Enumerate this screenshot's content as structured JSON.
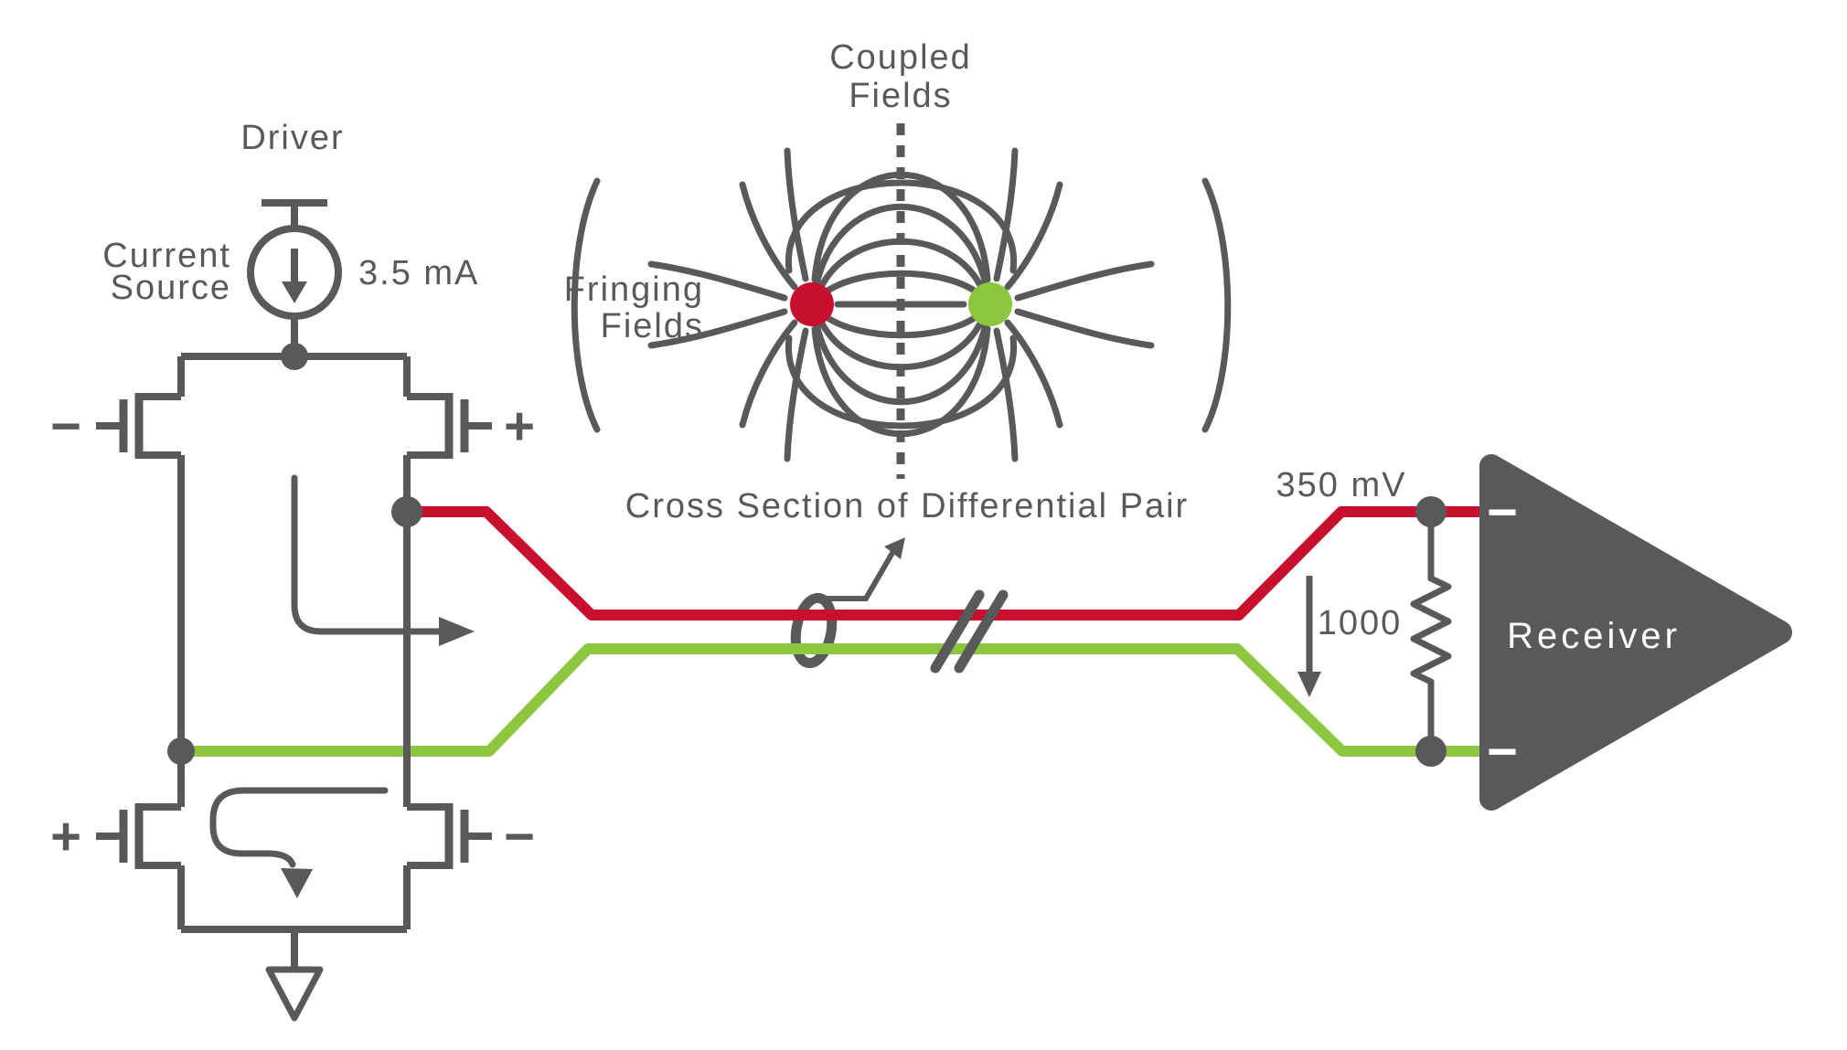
{
  "driver": {
    "label": "Driver",
    "current_source_line1": "Current",
    "current_source_line2": "Source",
    "current_value": "3.5 mA",
    "gate_upper_left": "−",
    "gate_upper_right": "+",
    "gate_lower_left": "+",
    "gate_lower_right": "−"
  },
  "field_diagram": {
    "coupled_line1": "Coupled",
    "coupled_line2": "Fields",
    "fringing_line1": "Fringing",
    "fringing_line2": "Fields",
    "cross_section_label": "Cross Section of Differential Pair"
  },
  "receiver": {
    "label": "Receiver",
    "voltage": "350 mV",
    "termination_value": "1000",
    "input_top": "−",
    "input_bottom": "−"
  },
  "colors": {
    "line_gray": "#58595B",
    "wire_red": "#C8102E",
    "wire_green": "#8DC63F",
    "background": "#FFFFFF"
  }
}
